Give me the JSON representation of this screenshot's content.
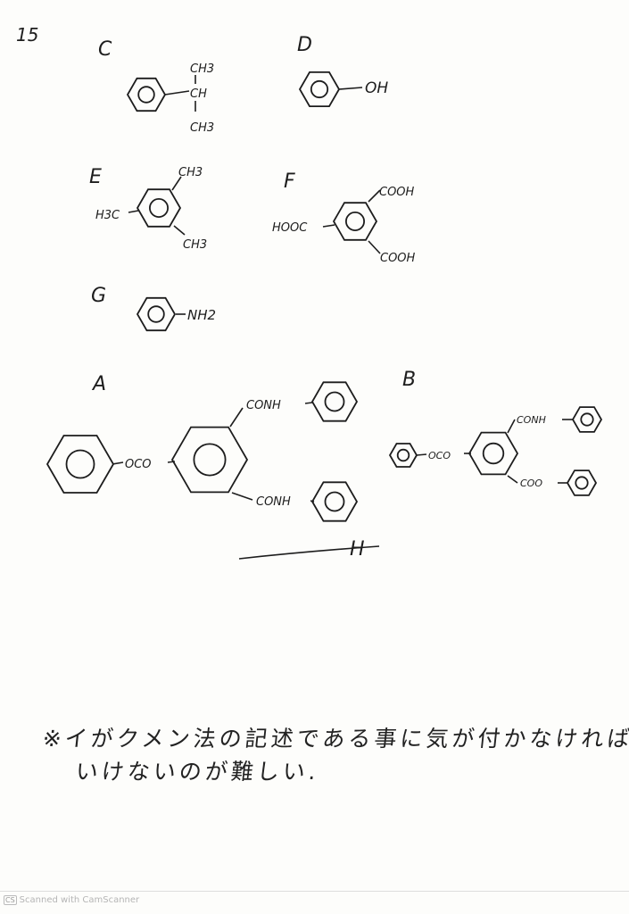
{
  "problem_number": "15",
  "compounds": {
    "C": {
      "label": "C",
      "groups": [
        "CH3",
        "CH",
        "CH3"
      ]
    },
    "D": {
      "label": "D",
      "groups": [
        "OH"
      ]
    },
    "E": {
      "label": "E",
      "groups": [
        "CH3",
        "H3C",
        "CH3"
      ]
    },
    "F": {
      "label": "F",
      "groups": [
        "COOH",
        "HOOC",
        "COOH"
      ]
    },
    "G": {
      "label": "G",
      "groups": [
        "NH2"
      ]
    },
    "A": {
      "label": "A",
      "groups": [
        "OCO",
        "CONH",
        "CONH"
      ]
    },
    "B": {
      "label": "B",
      "groups": [
        "OCO",
        "CONH",
        "COO"
      ]
    }
  },
  "answer_mark": "H",
  "note": {
    "line1": "※イがクメン法の記述である事に気が付かなければ",
    "line2": "いけないのが難しい."
  },
  "footer": {
    "logo": "CS",
    "text": "Scanned with CamScanner"
  }
}
